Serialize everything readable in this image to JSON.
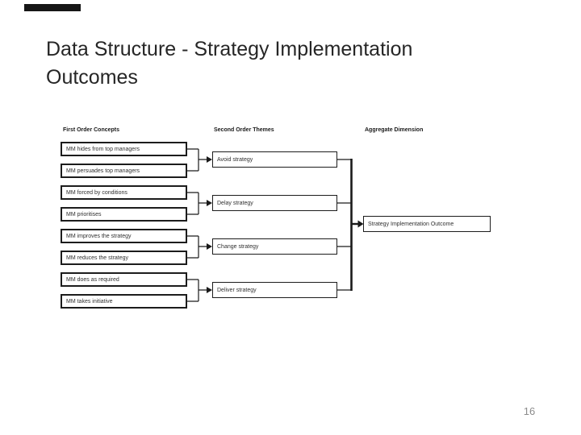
{
  "slide": {
    "title": "Data Structure - Strategy Implementation Outcomes",
    "page_number": "16"
  },
  "diagram": {
    "headers": {
      "first": "First Order Concepts",
      "second": "Second Order Themes",
      "aggregate": "Aggregate Dimension"
    },
    "first_order_concepts": [
      "MM hides from top managers",
      "MM persuades top managers",
      "MM forced by conditions",
      "MM prioritises",
      "MM improves the strategy",
      "MM reduces the strategy",
      "MM does as required",
      "MM takes initiative"
    ],
    "second_order_themes": [
      "Avoid strategy",
      "Delay strategy",
      "Change strategy",
      "Deliver strategy"
    ],
    "aggregate_dimension": "Strategy Implementation Outcome",
    "colors": {
      "connector_line": "#1a1a1a",
      "box_border": "#1c1c1c",
      "box_text": "#303030",
      "title_text": "#262626",
      "page_number_text": "#8c8c8c",
      "accent_bar": "#161616"
    }
  }
}
